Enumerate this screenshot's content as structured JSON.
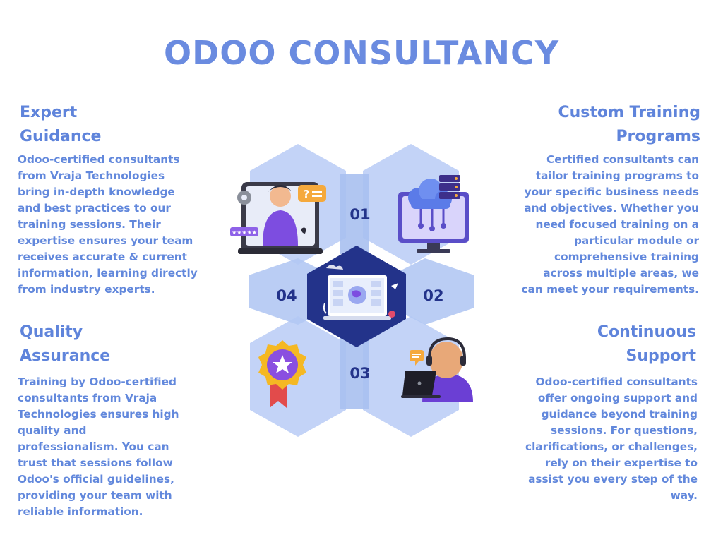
{
  "title": "ODOO CONSULTANCY",
  "sections": {
    "expert": {
      "heading": "Expert\nGuidance",
      "text": "Odoo-certified consultants\nfrom Vraja Technologies\nbring in-depth knowledge\nand best practices to our\ntraining sessions. Their\nexpertise ensures your team\nreceives accurate & current\ninformation, learning directly\nfrom industry experts."
    },
    "custom": {
      "heading": "Custom Training\nPrograms",
      "text": "Certified consultants can\ntailor training programs to\nyour specific business needs\nand objectives. Whether you\nneed focused training on a\nparticular module or\ncomprehensive training\nacross multiple areas, we\ncan meet your requirements."
    },
    "quality": {
      "heading": "Quality\nAssurance",
      "text": "Training by Odoo-certified\nconsultants from Vraja\nTechnologies ensures high\nquality and\nprofessionalism. You can\ntrust that sessions follow\nOdoo's official guidelines,\nproviding your team with\nreliable information."
    },
    "support": {
      "heading": "Continuous\nSupport",
      "text": "Odoo-certified consultants\noffer ongoing support and\nguidance beyond training\nsessions. For questions,\nclarifications, or challenges,\nrely on their expertise to\nassist you every step of the\nway."
    }
  },
  "diagram": {
    "labels": [
      "01",
      "02",
      "03",
      "04"
    ],
    "rating_stars": "★★★★★",
    "help_bubble": "?"
  },
  "colors": {
    "title": "#6a8be0",
    "text": "#6288dc",
    "hex_light": "#c3d3f7",
    "hex_overlap": "#a9c0f0",
    "hex_center": "#23338a",
    "label": "#23338a"
  },
  "icons": [
    "support-agent-icon",
    "cloud-server-monitor-icon",
    "headset-agent-laptop-icon",
    "award-badge-icon",
    "dashboard-laptop-icon"
  ]
}
